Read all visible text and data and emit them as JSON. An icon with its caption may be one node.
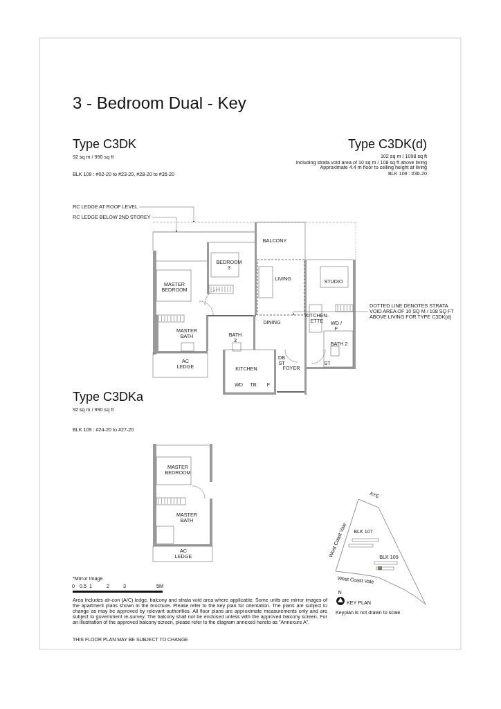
{
  "diagram": {
    "title": "3 - Bedroom Dual - Key",
    "nodes": [
      {
        "text": [
          "RC LEDGE AT ROOF LEVEL"
        ]
      },
      {
        "text": [
          "RC LEDGE BELOW 2ND STOREY"
        ]
      },
      {
        "text": [
          "DOTTED LINE DENOTES STRATA VOID AREA OF 10 SQ M / 108 SQ FT ABOVE LIVING FOR TYPE C3DK(d)"
        ]
      },
      {
        "text": [],
        "shape": "line"
      },
      {
        "text": [],
        "shape": "line"
      },
      {
        "text": [],
        "shape": "box"
      }
    ],
    "edges": [
      {
        "from": 0,
        "to": 3,
        "arrow": "to"
      },
      {
        "from": 1,
        "to": 4,
        "arrow": "to"
      },
      {
        "from": 2,
        "to": 5,
        "arrow": "to"
      }
    ],
    "labels": [
      "Type C3DK",
      "92 sq m / 990 sq ft",
      "Type C3DK(d)",
      "102 sq m / 1098 sq ft",
      "including strata void area of 10 sq m / 108 sq ft above living",
      "Approximate 4.4 m floor to ceiling height at living",
      "BLK 109 : #02-20 to #23-20, #28-20 to #35-20",
      "BLK 109 : #36-20",
      "BALCONY",
      "BEDROOM 3",
      "MASTER BEDROOM",
      "LIVING",
      "STUDIO",
      "KITCHEN-ETTE",
      "DINING",
      "WD / F",
      "MASTER BATH",
      "BATH 3",
      "BATH 2",
      "AC LEDGE",
      "KITCHEN",
      "DB ST",
      "FOYER",
      "ST",
      "WD",
      "TB",
      "F",
      "Type C3DKa",
      "92 sq m / 990 sq ft",
      "BLK 109 : #24-20 to #27-20",
      "MASTER BEDROOM",
      "MASTER BATH",
      "AC LEDGE",
      "AYE",
      "West Coast Vale",
      "BLK 107",
      "BLK 109",
      "West Coast Vale",
      "N",
      "KEY PLAN",
      "Keyplan is not drawn to scale",
      "*Mirror Image",
      "0",
      "0.5",
      "1",
      "2",
      "3",
      "5M",
      "Area includes air-con (A/C) ledge, balcony and strata void area where applicable. Some units are mirror images of the apartment plans shown in the brochure. Please refer to the key plan for orientation. The plans are subject to change as may be approved by relevant authorities. All floor plans are approximate measurements only and are subject to government re-survey. The balcony shall not be enclosed unless with the approved balcony screen. For an illustration of the approved balcony screen, please refer to the diagram annexed hereto as \"Annexure A\".",
      "THIS FLOOR PLAN MAY BE SUBJECT TO CHANGE"
    ]
  }
}
